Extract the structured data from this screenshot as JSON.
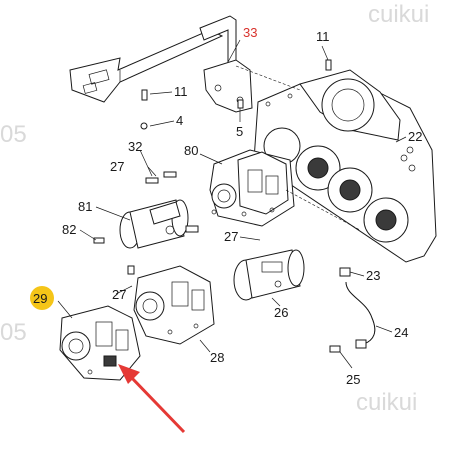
{
  "labels": {
    "l33": "33",
    "l11a": "11",
    "l11b": "11",
    "l4": "4",
    "l5": "5",
    "l22": "22",
    "l32": "32",
    "l80": "80",
    "l27a": "27",
    "l81": "81",
    "l82": "82",
    "l27b": "27",
    "l29": "29",
    "l27c": "27",
    "l23": "23",
    "l26": "26",
    "l28": "28",
    "l24": "24",
    "l25": "25"
  },
  "watermarks": {
    "top_right": "cuikui",
    "bottom_right": "cuikui",
    "left_top": "05",
    "left_bottom": "05"
  },
  "colors": {
    "highlight_badge": "#f5c518",
    "red_label": "#d8322c",
    "arrow": "#e53935"
  }
}
